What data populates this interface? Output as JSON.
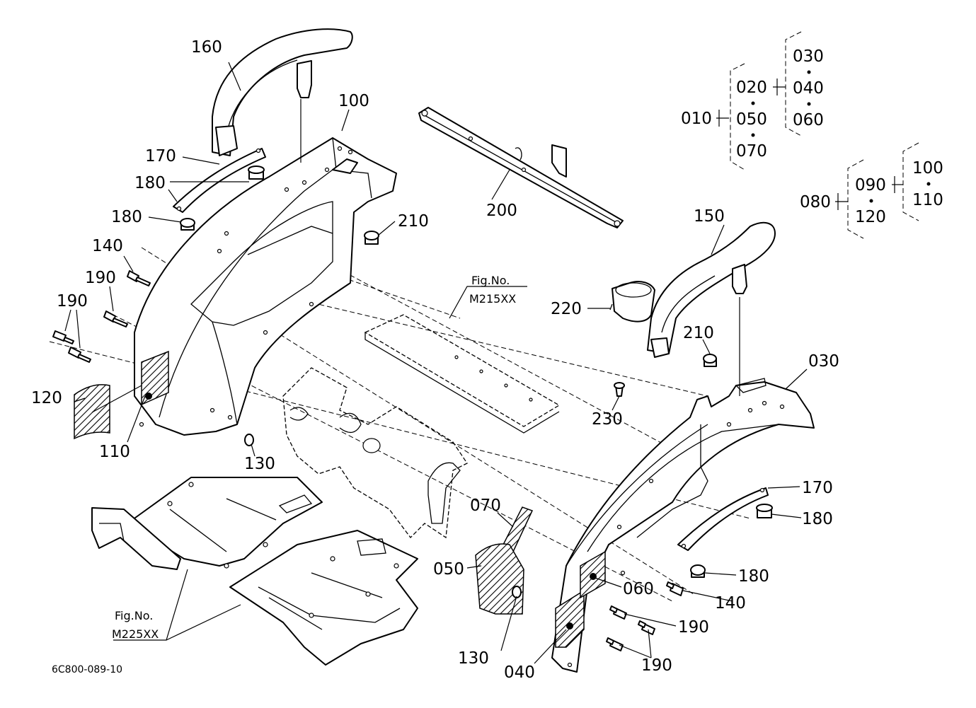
{
  "callouts": {
    "c160a": "160",
    "c100a": "100",
    "c170a": "170",
    "c180a": "180",
    "c180b": "180",
    "c210a": "210",
    "c140a": "140",
    "c190a": "190",
    "c190b": "190",
    "c120": "120",
    "c110": "110",
    "c130a": "130",
    "c200": "200",
    "c150": "150",
    "c220": "220",
    "c210b": "210",
    "c030": "030",
    "c230": "230",
    "c170b": "170",
    "c180c": "180",
    "c180d": "180",
    "c140b": "140",
    "c190c": "190",
    "c190d": "190",
    "c070": "070",
    "c050": "050",
    "c060": "060",
    "c130b": "130",
    "c040": "040"
  },
  "fig_refs": {
    "upper": {
      "line1": "Fig.No.",
      "line2": "M215XX"
    },
    "lower": {
      "line1": "Fig.No.",
      "line2": "M225XX"
    }
  },
  "assembly_tree": {
    "g1": {
      "root": "010",
      "mid": [
        "020",
        "050",
        "070"
      ],
      "sub": [
        "030",
        "040",
        "060"
      ]
    },
    "g2": {
      "root": "080",
      "mid": [
        "090",
        "120"
      ],
      "sub": [
        "100",
        "110"
      ]
    }
  },
  "drawing_code": "6C800-089-10"
}
